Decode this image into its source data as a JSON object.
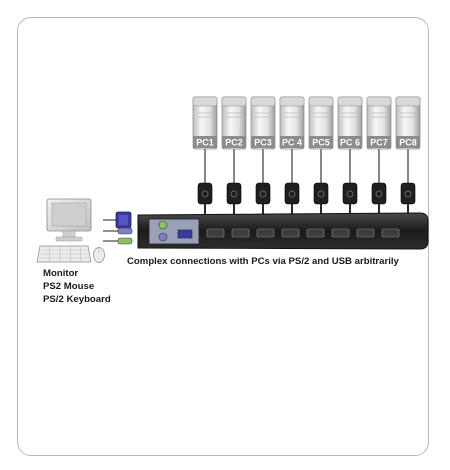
{
  "pcs": [
    "PC1",
    "PC2",
    "PC3",
    "PC 4",
    "PC5",
    "PC 6",
    "PC7",
    "PC8"
  ],
  "caption": "Complex connections with PCs via PS/2 and USB arbitrarily",
  "console": {
    "items": [
      "Monitor",
      "PS2 Mouse",
      "PS/2 Keyboard"
    ]
  },
  "colors": {
    "switch_body": "#1c1c1c",
    "pc_tower": "#e9e9e9",
    "ps2_mouse_plug": "#7e7ec0",
    "ps2_keyboard_plug": "#8fc060",
    "vga_plug": "#3a3aa0"
  }
}
